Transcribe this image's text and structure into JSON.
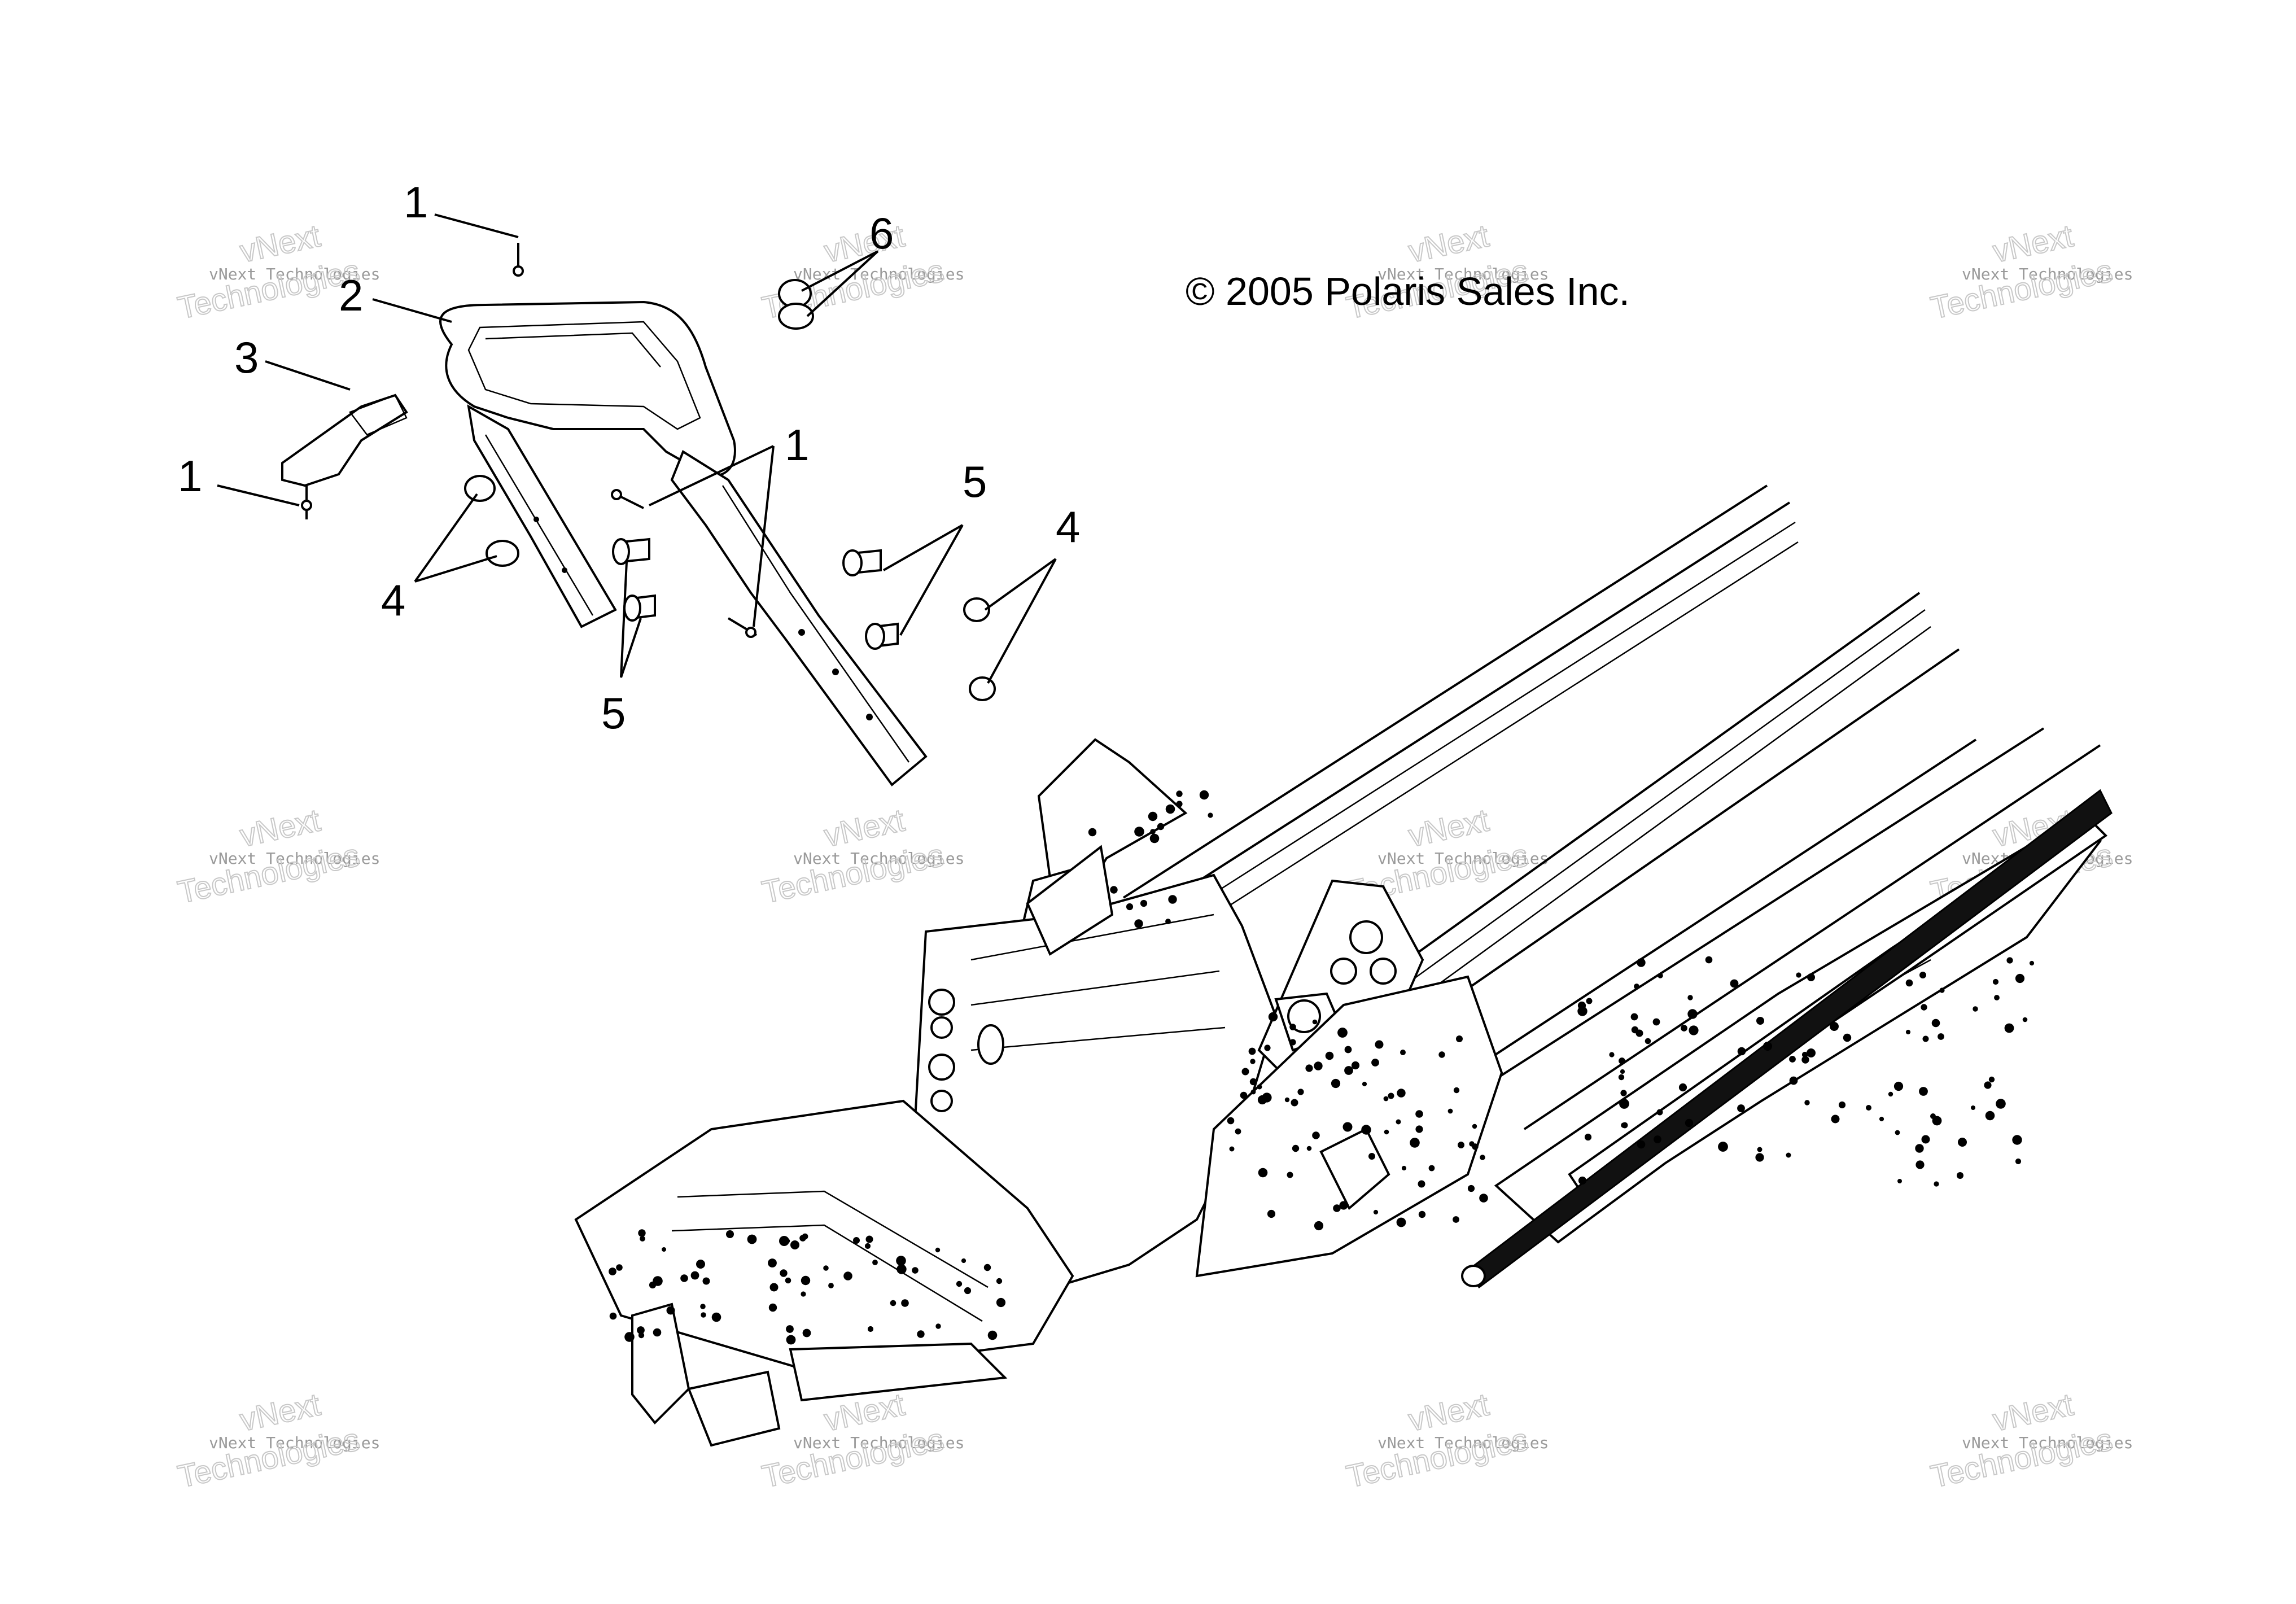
{
  "copyright": "© 2005 Polaris Sales Inc.",
  "callouts": [
    {
      "id": "c1a",
      "label": "1"
    },
    {
      "id": "c2",
      "label": "2"
    },
    {
      "id": "c3",
      "label": "3"
    },
    {
      "id": "c1b",
      "label": "1"
    },
    {
      "id": "c6",
      "label": "6"
    },
    {
      "id": "c1c",
      "label": "1"
    },
    {
      "id": "c5a",
      "label": "5"
    },
    {
      "id": "c4a",
      "label": "4"
    },
    {
      "id": "c4b",
      "label": "4"
    },
    {
      "id": "c5b",
      "label": "5"
    }
  ],
  "watermark": {
    "small": "vNext Technologies",
    "big": "Technologies",
    "top": "vNext"
  }
}
